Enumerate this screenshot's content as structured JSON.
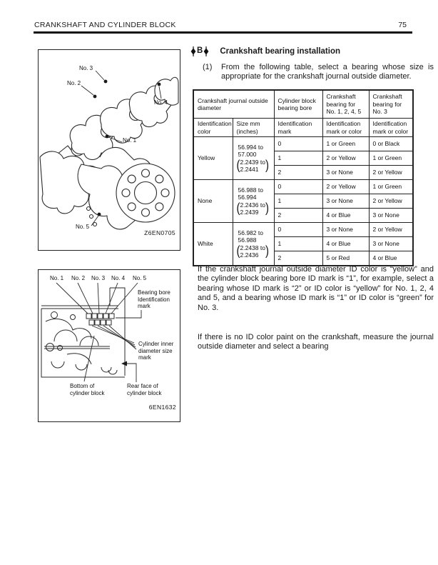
{
  "page": {
    "header_title": "CRANKSHAFT AND CYLINDER BLOCK",
    "page_number": "75"
  },
  "section": {
    "marker_letter": "B",
    "title": "Crankshaft bearing installation",
    "step_number": "(1)",
    "step_text": "From the following table, select a bearing whose size is appropriate for the crankshaft journal outside diameter."
  },
  "table": {
    "header1": [
      "Crankshaft journal outside diameter",
      "Cylinder block bearing bore",
      "Crankshaft bearing for No. 1, 2, 4, 5",
      "Crankshaft bearing for No. 3"
    ],
    "header2": [
      "Identification color",
      "Size mm (inches)",
      "Identification mark",
      "Identification mark or color",
      "Identification mark or color"
    ],
    "glyphs": {
      "open_paren": "(",
      "close_paren": ")"
    },
    "groups": [
      {
        "id_color": "Yellow",
        "mm_line1": "56.994 to",
        "mm_line2": "57.000",
        "in_line1": "2.2439 to",
        "in_line2": "2.2441",
        "rows": [
          {
            "mark": "0",
            "b1245": "1 or Green",
            "b3": "0 or Black"
          },
          {
            "mark": "1",
            "b1245": "2 or Yellow",
            "b3": "1 or Green"
          },
          {
            "mark": "2",
            "b1245": "3 or None",
            "b3": "2 or Yellow"
          }
        ]
      },
      {
        "id_color": "None",
        "mm_line1": "56.988 to",
        "mm_line2": "56.994",
        "in_line1": "2.2436 to",
        "in_line2": "2.2439",
        "rows": [
          {
            "mark": "0",
            "b1245": "2 or Yellow",
            "b3": "1 or Green"
          },
          {
            "mark": "1",
            "b1245": "3 or None",
            "b3": "2 or Yellow"
          },
          {
            "mark": "2",
            "b1245": "4 or Blue",
            "b3": "3 or None"
          }
        ]
      },
      {
        "id_color": "White",
        "mm_line1": "56.982 to",
        "mm_line2": "56.988",
        "in_line1": "2.2438 to",
        "in_line2": "2.2436",
        "rows": [
          {
            "mark": "0",
            "b1245": "3 or None",
            "b3": "2 or Yellow"
          },
          {
            "mark": "1",
            "b1245": "4 or Blue",
            "b3": "3 or None"
          },
          {
            "mark": "2",
            "b1245": "5 or Red",
            "b3": "4 or Blue"
          }
        ]
      }
    ]
  },
  "paragraphs": {
    "p1": "If the crankshaft journal outside diameter ID color is “yellow” and the cylinder block bearing bore ID mark is “1”, for example, select a bearing whose ID mark is “2” or ID color is “yellow” for No. 1, 2, 4 and 5, and a bearing whose ID mark is “1” or ID color is “green” for No. 3.",
    "p2": "If there is no ID color paint on the crankshaft, measure the journal outside diameter and select a bearing"
  },
  "figure_top": {
    "no1": "No. 1",
    "no2": "No. 2",
    "no3": "No. 3",
    "no4": "No. 4",
    "no5": "No. 5",
    "code": "Z6EN0705"
  },
  "figure_bottom": {
    "no1": "No. 1",
    "no2": "No. 2",
    "no3": "No. 3",
    "no4": "No. 4",
    "no5": "No. 5",
    "bearing_bore_label": "Bearing bore Identification mark",
    "cylinder_inner_label": "Cylinder inner diameter size mark",
    "bottom_label": "Bottom of cylinder block",
    "rear_label": "Rear face of cylinder block",
    "code": "6EN1632"
  }
}
